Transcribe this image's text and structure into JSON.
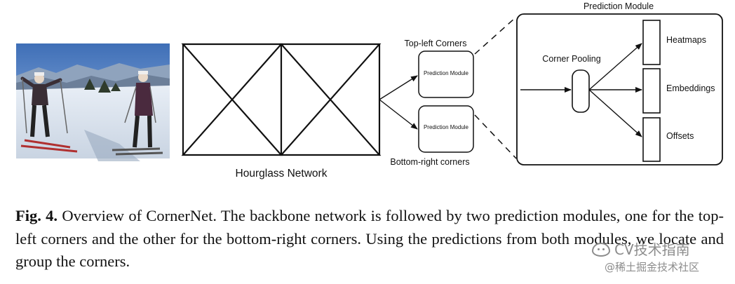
{
  "diagram": {
    "hourglass_label": "Hourglass Network",
    "top_left_label": "Top-left Corners",
    "bottom_right_label": "Bottom-right corners",
    "small_module_label": "Prediction Module",
    "detail_title": "Prediction Module",
    "corner_pooling_label": "Corner Pooling",
    "outputs": [
      "Heatmaps",
      "Embeddings",
      "Offsets"
    ]
  },
  "caption": {
    "fig_label": "Fig. 4.",
    "text": "Overview of CornerNet. The backbone network is followed by two prediction modules, one for the top-left corners and the other for the bottom-right corners. Using the predictions from both modules, we locate and group the corners."
  },
  "watermark": {
    "line1": "CV技术指南",
    "line2": "@稀土掘金技术社区"
  }
}
